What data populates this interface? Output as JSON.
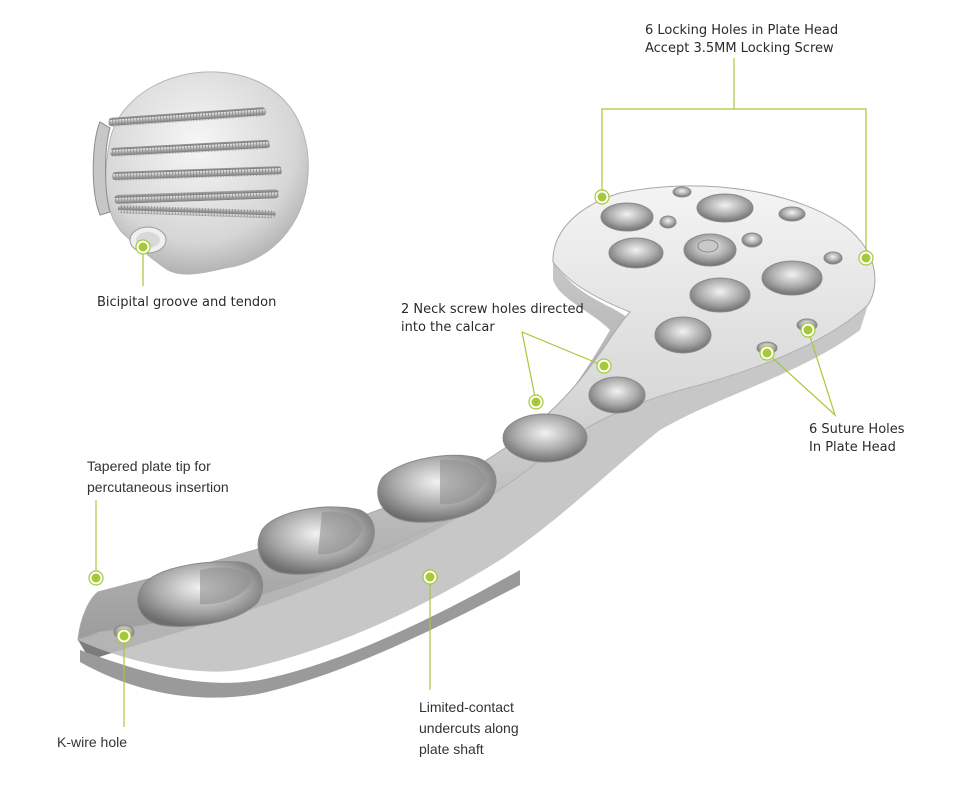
{
  "accent_color": "#a6c93a",
  "labels": {
    "locking_holes": [
      "6 Locking Holes in Plate Head",
      "Accept 3.5MM Locking Screw"
    ],
    "bicipital": [
      "Bicipital groove and tendon"
    ],
    "neck_screw": [
      "2 Neck screw holes directed",
      "into the calcar"
    ],
    "suture_holes": [
      "6 Suture Holes",
      "In Plate Head"
    ],
    "tapered_tip": [
      "Tapered plate tip for",
      "percutaneous insertion"
    ],
    "kwire": [
      "K-wire hole"
    ],
    "undercuts": [
      "Limited-contact",
      "undercuts along",
      "plate shaft"
    ]
  }
}
